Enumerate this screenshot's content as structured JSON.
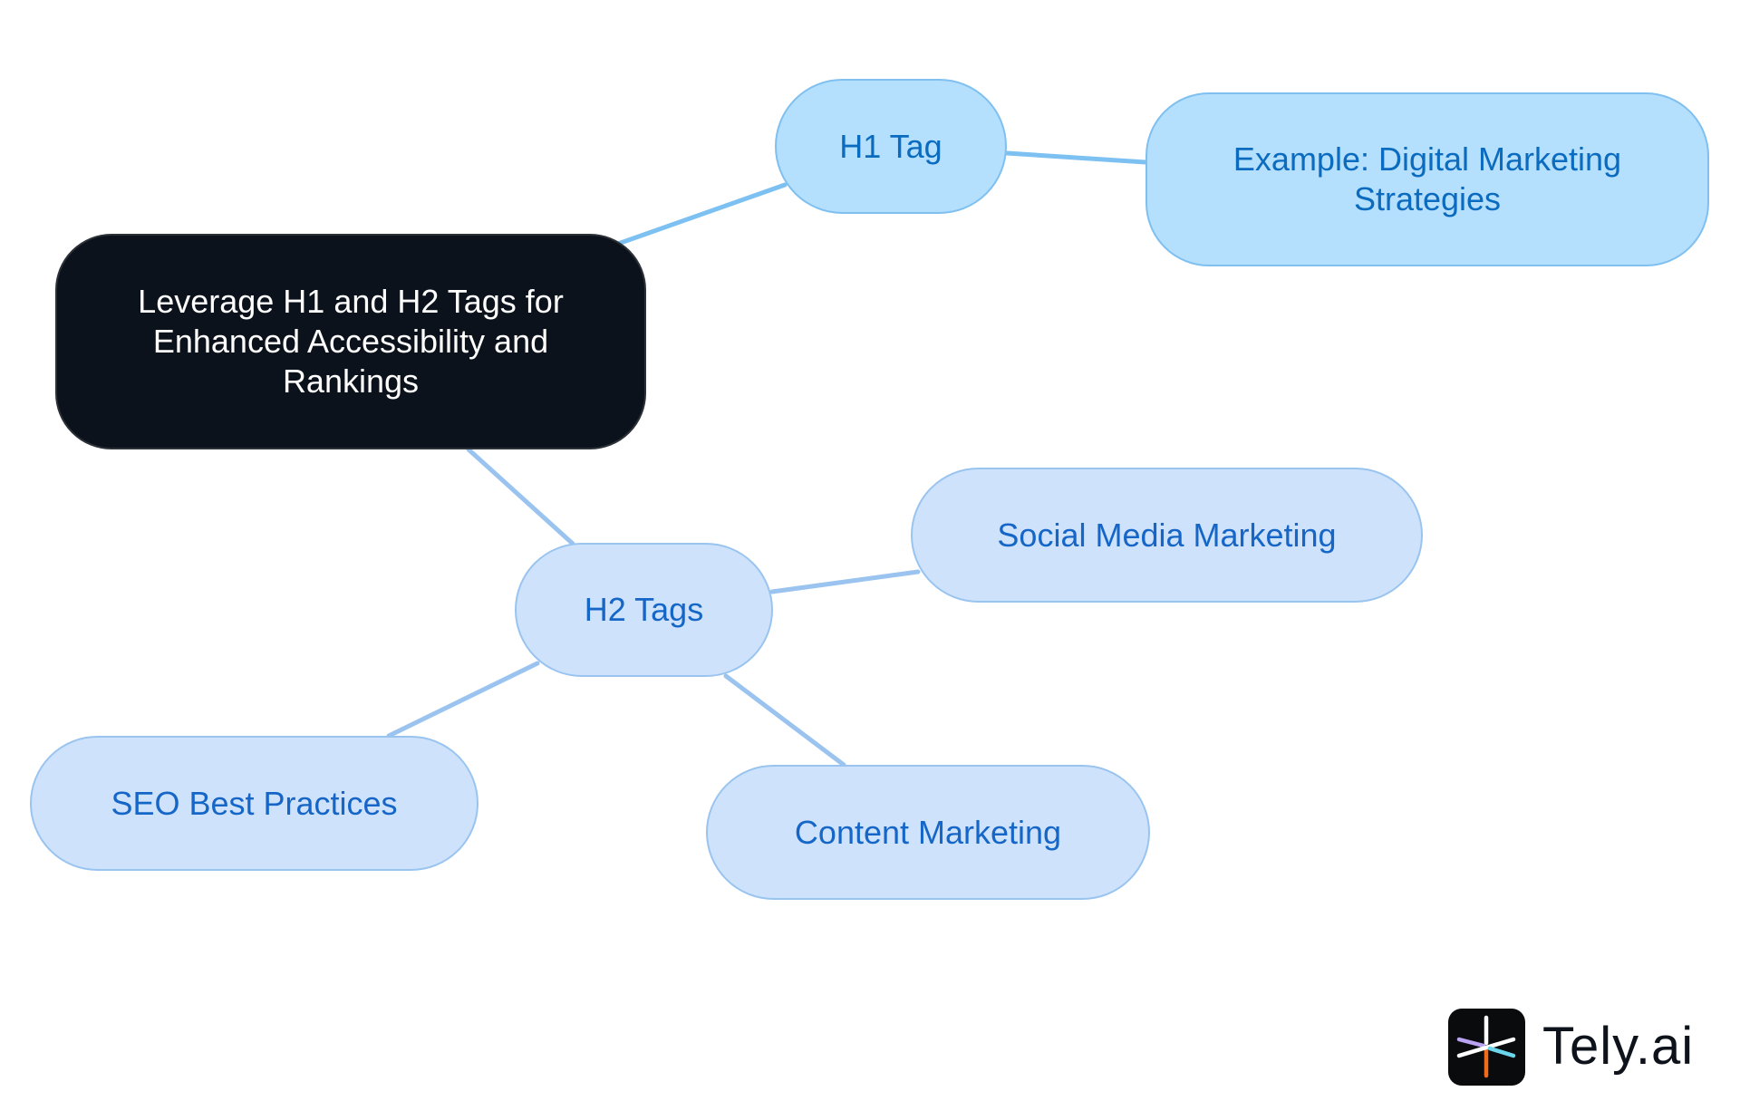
{
  "diagram": {
    "type": "mind-map",
    "root": {
      "id": "root",
      "label": "Leverage H1 and H2 Tags for Enhanced Accessibility and Rankings",
      "lines": [
        "Leverage H1 and H2 Tags for",
        "Enhanced Accessibility and",
        "Rankings"
      ]
    },
    "nodes": [
      {
        "id": "h1",
        "label": "H1 Tag",
        "parent": "root"
      },
      {
        "id": "h1_example",
        "label": "Example: Digital Marketing Strategies",
        "lines": [
          "Example: Digital Marketing",
          "Strategies"
        ],
        "parent": "h1"
      },
      {
        "id": "h2",
        "label": "H2 Tags",
        "parent": "root"
      },
      {
        "id": "social",
        "label": "Social Media Marketing",
        "parent": "h2"
      },
      {
        "id": "seo",
        "label": "SEO Best Practices",
        "parent": "h2"
      },
      {
        "id": "content",
        "label": "Content Marketing",
        "parent": "h2"
      }
    ],
    "edges": [
      {
        "from": "root",
        "to": "h1"
      },
      {
        "from": "h1",
        "to": "h1_example"
      },
      {
        "from": "root",
        "to": "h2"
      },
      {
        "from": "h2",
        "to": "social"
      },
      {
        "from": "h2",
        "to": "seo"
      },
      {
        "from": "h2",
        "to": "content"
      }
    ]
  },
  "brand": {
    "name": "Tely.ai",
    "logo_icon": "tely-asterisk-logo-icon"
  },
  "colors": {
    "background": "#ffffff",
    "root_fill": "#0c121b",
    "root_text": "#ffffff",
    "h1_branch_fill": "#b4dffd",
    "h1_branch_border": "#7fc0f0",
    "h1_branch_text": "#0b6bbf",
    "h1_edge": "#7dc1f2",
    "h2_branch_fill": "#cee3fb",
    "h2_branch_border": "#9ac4f0",
    "h2_branch_text": "#1566c7",
    "h2_edge": "#9ac4ef"
  }
}
